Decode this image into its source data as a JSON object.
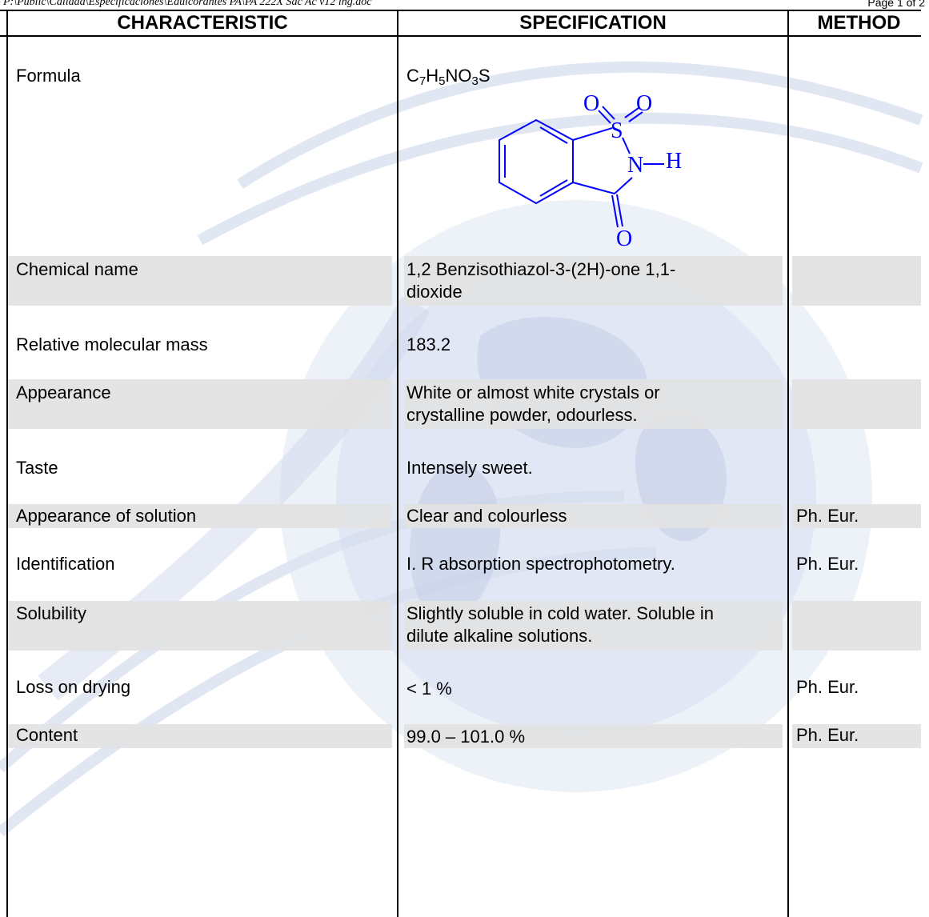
{
  "header": {
    "file_path": "P:\\Public\\Calidad\\Especificaciones\\Edulcorantes PA\\PA 222X Sac Ac v12 ing.doc",
    "page_label": "Page 1 of 2"
  },
  "table": {
    "columns": [
      "CHARACTERISTIC",
      "SPECIFICATION",
      "METHOD"
    ],
    "formula": {
      "characteristic": "Formula",
      "formula_parts": {
        "c": "C",
        "c_n": "7",
        "h": "H",
        "h_n": "5",
        "no": "NO",
        "o_n": "3",
        "s": "S"
      },
      "structure_labels": {
        "o_left": "O",
        "o_right": "O",
        "s": "S",
        "n": "N",
        "h": "H",
        "o_bottom": "O"
      },
      "structure_color": "#0000ff"
    },
    "rows": [
      {
        "characteristic": "Chemical name",
        "spec_line1": "1,2 Benzisothiazol-3-(2H)-one  1,1-",
        "spec_line2": "dioxide",
        "method": ""
      },
      {
        "characteristic": "Relative molecular mass",
        "spec_line1": "183.2",
        "spec_line2": "",
        "method": ""
      },
      {
        "characteristic": "Appearance",
        "spec_line1": "White or almost white crystals or",
        "spec_line2": "crystalline powder, odourless.",
        "method": ""
      },
      {
        "characteristic": "Taste",
        "spec_line1": "Intensely sweet.",
        "spec_line2": "",
        "method": ""
      },
      {
        "characteristic": "Appearance of solution",
        "spec_line1": "Clear and colourless",
        "spec_line2": "",
        "method": "Ph. Eur."
      },
      {
        "characteristic": "Identification",
        "spec_line1": "I. R absorption spectrophotometry.",
        "spec_line2": "",
        "method": "Ph. Eur."
      },
      {
        "characteristic": "Solubility",
        "spec_line1": "Slightly soluble in cold water. Soluble in",
        "spec_line2": "dilute alkaline solutions.",
        "method": ""
      },
      {
        "characteristic": "Loss on drying",
        "spec_line1": "< 1 %",
        "spec_line2": "",
        "method": "Ph. Eur."
      },
      {
        "characteristic": "Content",
        "spec_line1": "99.0 – 101.0 %",
        "spec_line2": "",
        "method": "Ph. Eur."
      }
    ]
  },
  "colors": {
    "row_shade": "#e2e2e2",
    "watermark": "#c8d2ea"
  }
}
